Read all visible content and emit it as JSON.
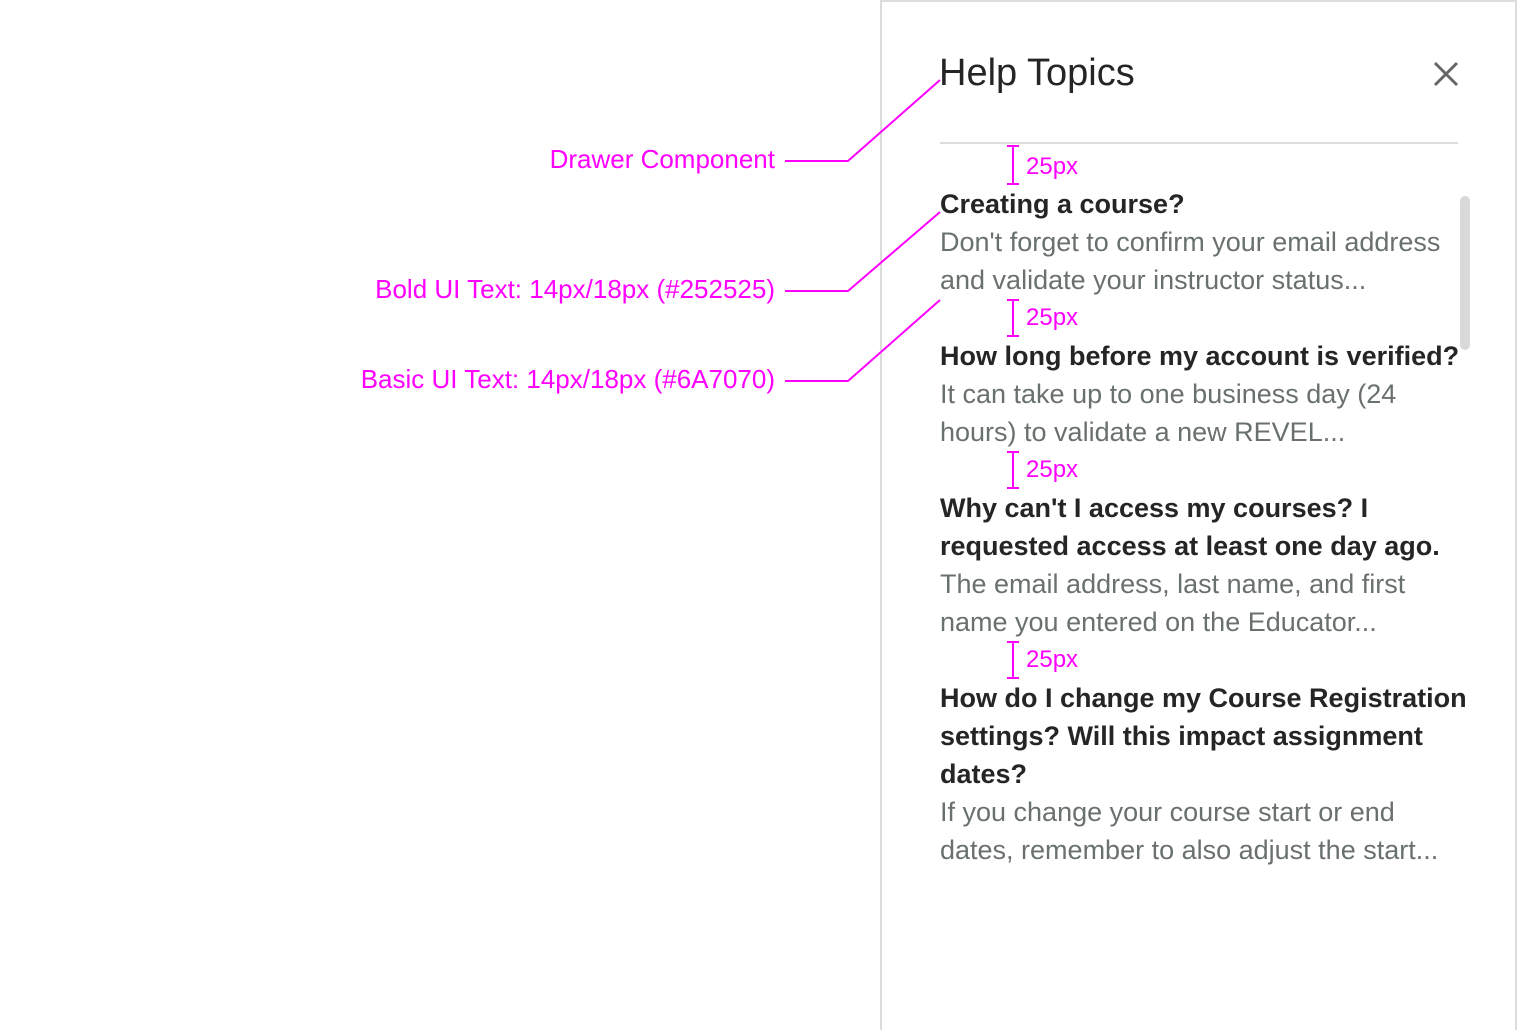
{
  "drawer": {
    "title": "Help Topics",
    "close_icon": "close-icon",
    "items": [
      {
        "question": "Creating a course?",
        "answer": "Don't forget to confirm your email address and validate your instructor status..."
      },
      {
        "question": "How long before my account is verified?",
        "answer": "It can take up to one business day (24 hours) to validate a new REVEL..."
      },
      {
        "question": "Why can't I access my courses? I requested access at least one day ago.",
        "answer": "The email address, last name, and first name you entered on the Educator..."
      },
      {
        "question": "How do I change my Course Registration settings? Will this impact assignment dates?",
        "answer": "If you change your course start or end dates, remember to also adjust the start..."
      }
    ]
  },
  "annotations": {
    "drawer": "Drawer Component",
    "bold": "Bold UI Text: 14px/18px (#252525)",
    "basic": "Basic UI Text: 14px/18px (#6A7070)",
    "spacing": [
      "25px",
      "25px",
      "25px",
      "25px"
    ]
  },
  "colors": {
    "annotation": "#ff00ff",
    "bold_text": "#252525",
    "basic_text": "#6A7070"
  }
}
